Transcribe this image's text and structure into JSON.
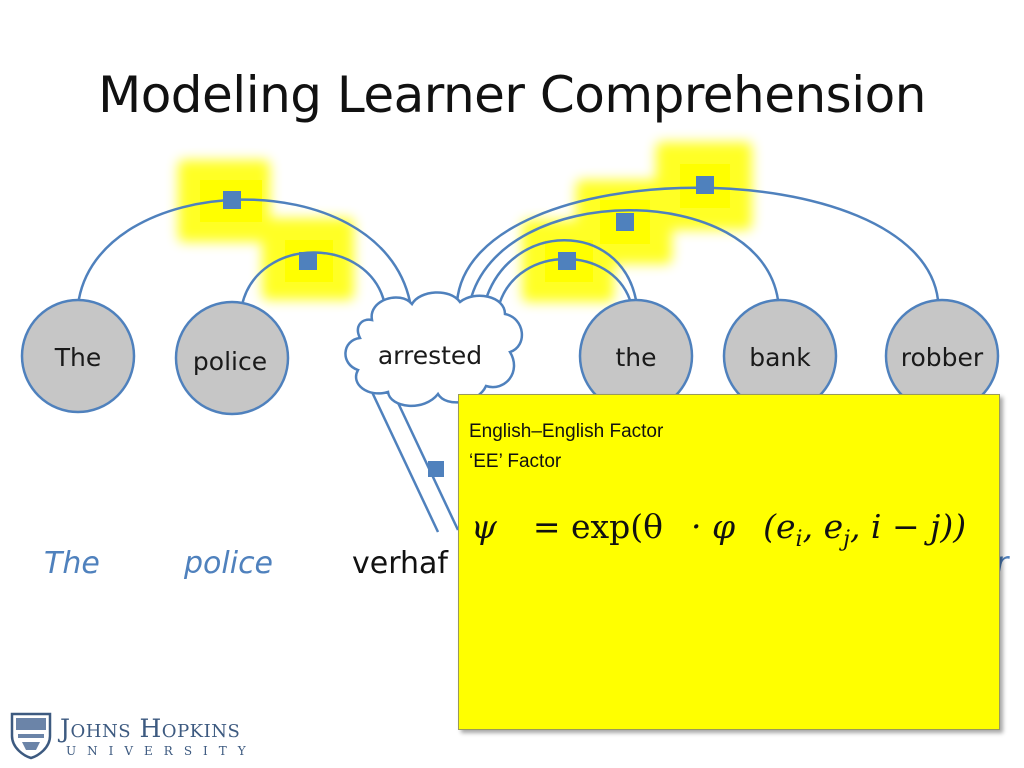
{
  "slide": {
    "title": "Modeling Learner Comprehension"
  },
  "english_words": [
    "The",
    "police",
    "arrested",
    "the",
    "bank",
    "robber"
  ],
  "german_line": {
    "the": "The",
    "police": "police",
    "verb_partial": "verhaf",
    "trailing_partial": "r"
  },
  "popup": {
    "line1": "English–English Factor",
    "line2": "‘EE’ Factor",
    "formula": {
      "lhs": "ψ",
      "eq": "= exp(θ",
      "dot": "· φ",
      "args_open": "(e",
      "sub_i": "i",
      "comma1": ", e",
      "sub_j": "j",
      "rest": ", i − j))"
    }
  },
  "logo": {
    "name": "Johns Hopkins",
    "sub": "UNIVERSITY"
  },
  "colors": {
    "node_fill": "#c6c6c6",
    "node_stroke": "#4f81bd",
    "arc": "#4f81bd",
    "factor": "#4f81bd",
    "highlight": "#ffff00",
    "german_italic": "#4f81bd"
  }
}
